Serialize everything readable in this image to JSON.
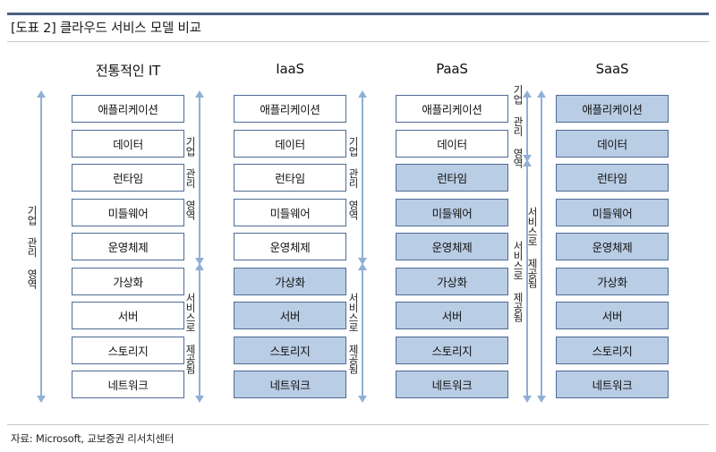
{
  "header": {
    "title": "[도표 2] 클라우드 서비스 모델 비교"
  },
  "footer": {
    "source": "자료: Microsoft, 교보증권 리서치센터"
  },
  "colors": {
    "title_rule": "#4a5f80",
    "box_border": "#4f6b94",
    "box_fill_managed_by_provider": "#b9cde5",
    "box_fill_managed_by_enterprise": "#ffffff",
    "arrow": "#8fb0d4"
  },
  "legend_terms": {
    "enterprise_managed": "기업 관리 영역",
    "provided_as_service": "서비스로 제공됨"
  },
  "layer_names": [
    "애플리케이션",
    "데이터",
    "런타임",
    "미들웨어",
    "운영체제",
    "가상화",
    "서버",
    "스토리지",
    "네트워크"
  ],
  "columns": [
    {
      "id": "traditional-it",
      "header": "전통적인 IT",
      "layers": [
        {
          "name": "애플리케이션",
          "managed_by": "enterprise"
        },
        {
          "name": "데이터",
          "managed_by": "enterprise"
        },
        {
          "name": "런타임",
          "managed_by": "enterprise"
        },
        {
          "name": "미들웨어",
          "managed_by": "enterprise"
        },
        {
          "name": "운영체제",
          "managed_by": "enterprise"
        },
        {
          "name": "가상화",
          "managed_by": "enterprise"
        },
        {
          "name": "서버",
          "managed_by": "enterprise"
        },
        {
          "name": "스토리지",
          "managed_by": "enterprise"
        },
        {
          "name": "네트워크",
          "managed_by": "enterprise"
        }
      ]
    },
    {
      "id": "iaas",
      "header": "IaaS",
      "layers": [
        {
          "name": "애플리케이션",
          "managed_by": "enterprise"
        },
        {
          "name": "데이터",
          "managed_by": "enterprise"
        },
        {
          "name": "런타임",
          "managed_by": "enterprise"
        },
        {
          "name": "미들웨어",
          "managed_by": "enterprise"
        },
        {
          "name": "운영체제",
          "managed_by": "enterprise"
        },
        {
          "name": "가상화",
          "managed_by": "provider"
        },
        {
          "name": "서버",
          "managed_by": "provider"
        },
        {
          "name": "스토리지",
          "managed_by": "provider"
        },
        {
          "name": "네트워크",
          "managed_by": "provider"
        }
      ]
    },
    {
      "id": "paas",
      "header": "PaaS",
      "layers": [
        {
          "name": "애플리케이션",
          "managed_by": "enterprise"
        },
        {
          "name": "데이터",
          "managed_by": "enterprise"
        },
        {
          "name": "런타임",
          "managed_by": "provider"
        },
        {
          "name": "미들웨어",
          "managed_by": "provider"
        },
        {
          "name": "운영체제",
          "managed_by": "provider"
        },
        {
          "name": "가상화",
          "managed_by": "provider"
        },
        {
          "name": "서버",
          "managed_by": "provider"
        },
        {
          "name": "스토리지",
          "managed_by": "provider"
        },
        {
          "name": "네트워크",
          "managed_by": "provider"
        }
      ]
    },
    {
      "id": "saas",
      "header": "SaaS",
      "layers": [
        {
          "name": "애플리케이션",
          "managed_by": "provider"
        },
        {
          "name": "데이터",
          "managed_by": "provider"
        },
        {
          "name": "런타임",
          "managed_by": "provider"
        },
        {
          "name": "미들웨어",
          "managed_by": "provider"
        },
        {
          "name": "운영체제",
          "managed_by": "provider"
        },
        {
          "name": "가상화",
          "managed_by": "provider"
        },
        {
          "name": "서버",
          "managed_by": "provider"
        },
        {
          "name": "스토리지",
          "managed_by": "provider"
        },
        {
          "name": "네트워크",
          "managed_by": "provider"
        }
      ]
    }
  ],
  "arrow_groups": [
    {
      "id": "traditional-left",
      "segments": [
        {
          "label": "기업 관리 영역",
          "spans_layers": 9,
          "from_layer": 1,
          "to_layer": 9
        }
      ]
    },
    {
      "id": "traditional-right",
      "segments": [
        {
          "label": "기업 관리 영역",
          "spans_layers": 5,
          "from_layer": 1,
          "to_layer": 5
        },
        {
          "label": "서비스로 제공됨",
          "spans_layers": 4,
          "from_layer": 6,
          "to_layer": 9
        }
      ]
    },
    {
      "id": "iaas-right",
      "segments": [
        {
          "label": "기업 관리 영역",
          "spans_layers": 5,
          "from_layer": 1,
          "to_layer": 5
        },
        {
          "label": "서비스로 제공됨",
          "spans_layers": 4,
          "from_layer": 6,
          "to_layer": 9
        }
      ]
    },
    {
      "id": "paas-left",
      "segments": [
        {
          "label": "기업 관리 영역",
          "spans_layers": 2,
          "from_layer": 1,
          "to_layer": 2
        },
        {
          "label": "서비스로 제공됨",
          "spans_layers": 7,
          "from_layer": 3,
          "to_layer": 9
        }
      ]
    },
    {
      "id": "saas-left",
      "segments": [
        {
          "label": "서비스로 제공됨",
          "spans_layers": 9,
          "from_layer": 1,
          "to_layer": 9
        }
      ]
    }
  ]
}
